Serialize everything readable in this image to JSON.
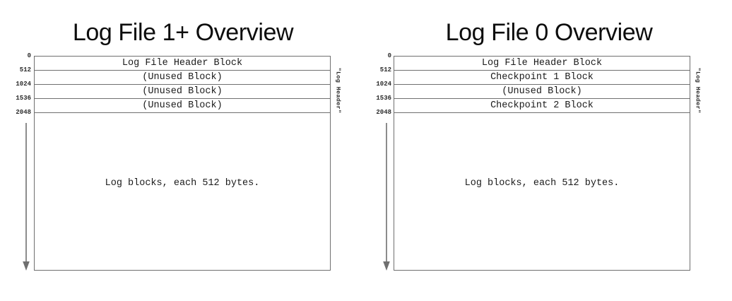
{
  "figure": {
    "background_color": "#ffffff",
    "line_color": "#6f6f6f",
    "text_color": "#1a1a1a"
  },
  "panels": [
    {
      "title": "Log File 1+ Overview",
      "offsets": [
        "0",
        "512",
        "1024",
        "1536",
        "2048"
      ],
      "blocks": [
        "Log File Header Block",
        "(Unused Block)",
        "(Unused Block)",
        "(Unused Block)"
      ],
      "body_label": "Log blocks, each 512 bytes.",
      "side_caption": "\"Log Header\"",
      "arrow_icon": "down-arrow-icon"
    },
    {
      "title": "Log File 0 Overview",
      "offsets": [
        "0",
        "512",
        "1024",
        "1536",
        "2048"
      ],
      "blocks": [
        "Log File Header Block",
        "Checkpoint 1 Block",
        "(Unused Block)",
        "Checkpoint 2 Block"
      ],
      "body_label": "Log blocks, each 512 bytes.",
      "side_caption": "\"Log Header\"",
      "arrow_icon": "down-arrow-icon"
    }
  ]
}
